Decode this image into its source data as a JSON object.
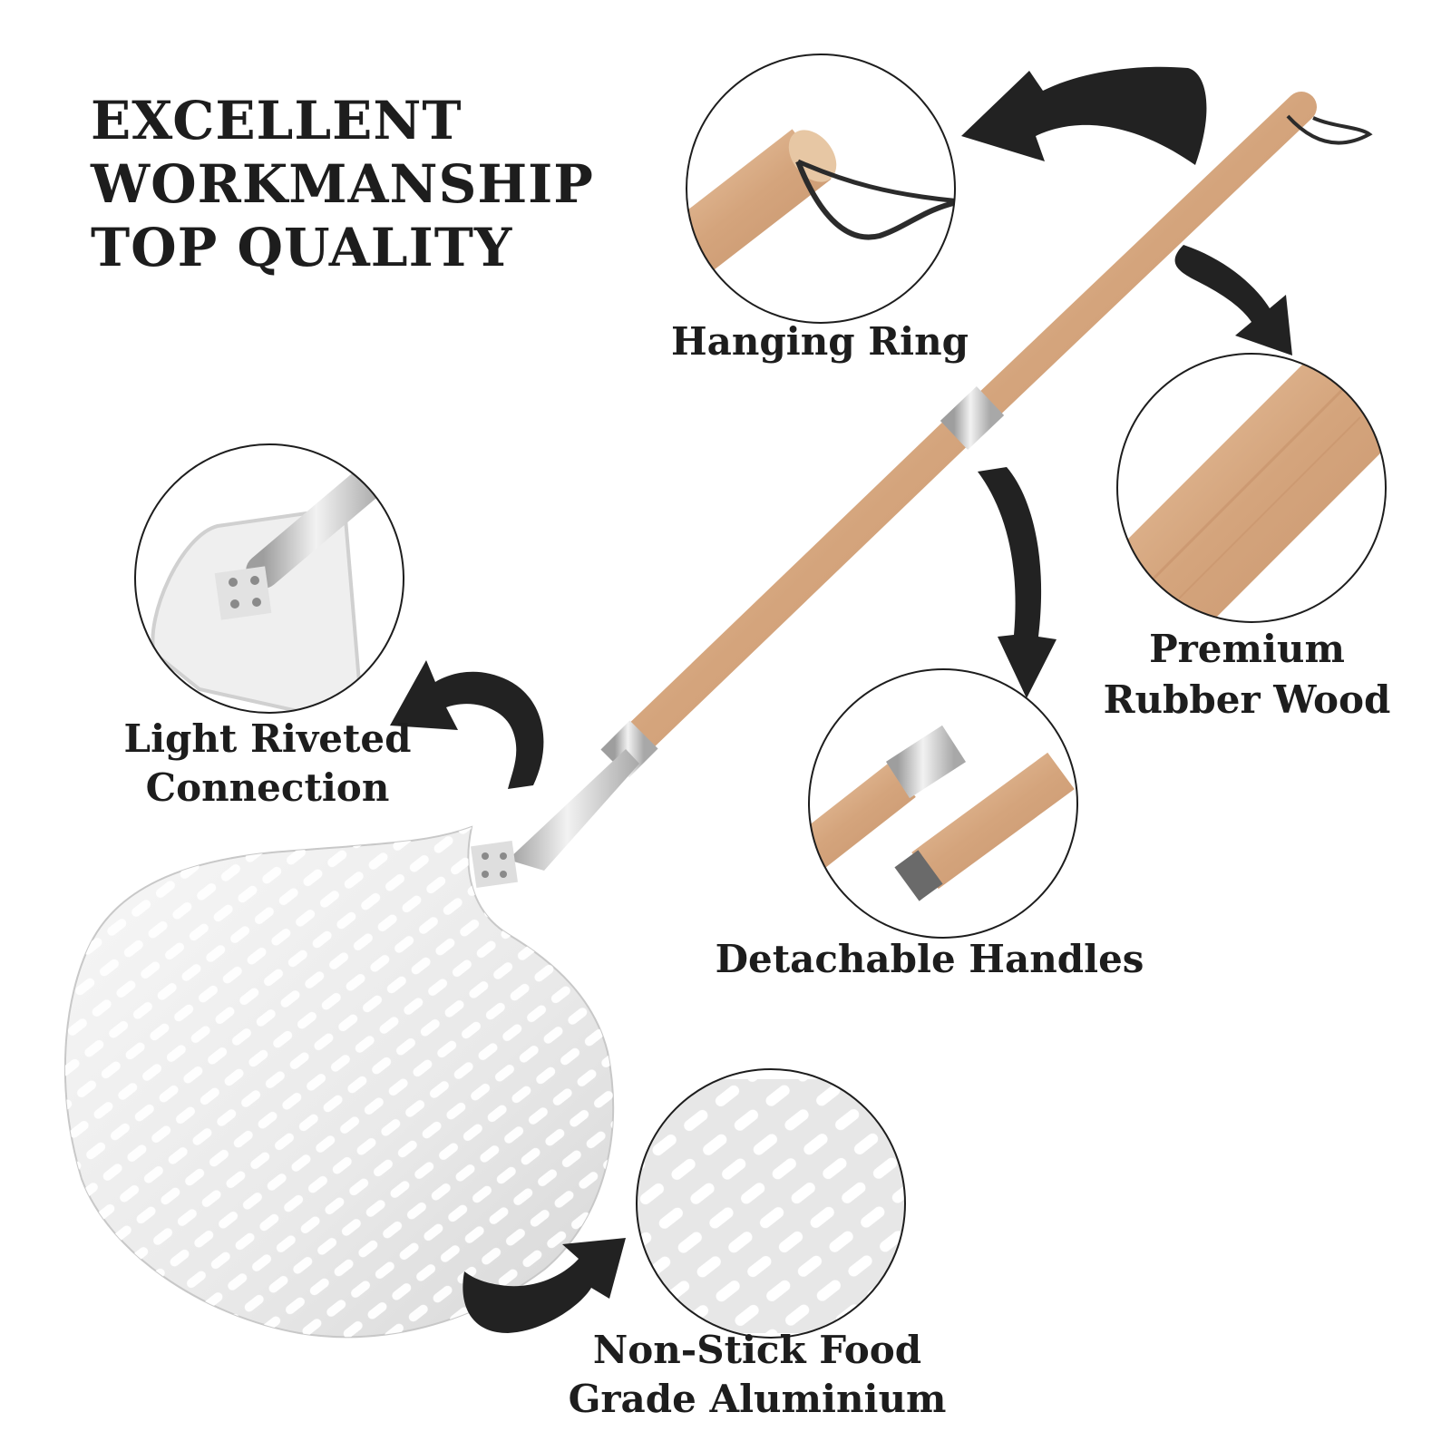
{
  "headline": {
    "lines": [
      "EXCELLENT",
      "WORKMANSHIP",
      "TOP QUALITY"
    ]
  },
  "callouts": {
    "hanging_ring": {
      "lines": [
        "Hanging Ring"
      ]
    },
    "premium_wood": {
      "lines": [
        "Premium",
        "Rubber Wood"
      ]
    },
    "riveted": {
      "lines": [
        "Light Riveted",
        "Connection"
      ]
    },
    "detachable": {
      "lines": [
        "Detachable Handles"
      ]
    },
    "aluminium": {
      "lines": [
        "Non-Stick Food",
        "Grade Aluminium"
      ]
    }
  },
  "colors": {
    "text": "#1d1d1d",
    "arrow": "#222222",
    "wood": "#d9ad86",
    "metal": "#c9c9c9",
    "blade": "#ececec"
  }
}
